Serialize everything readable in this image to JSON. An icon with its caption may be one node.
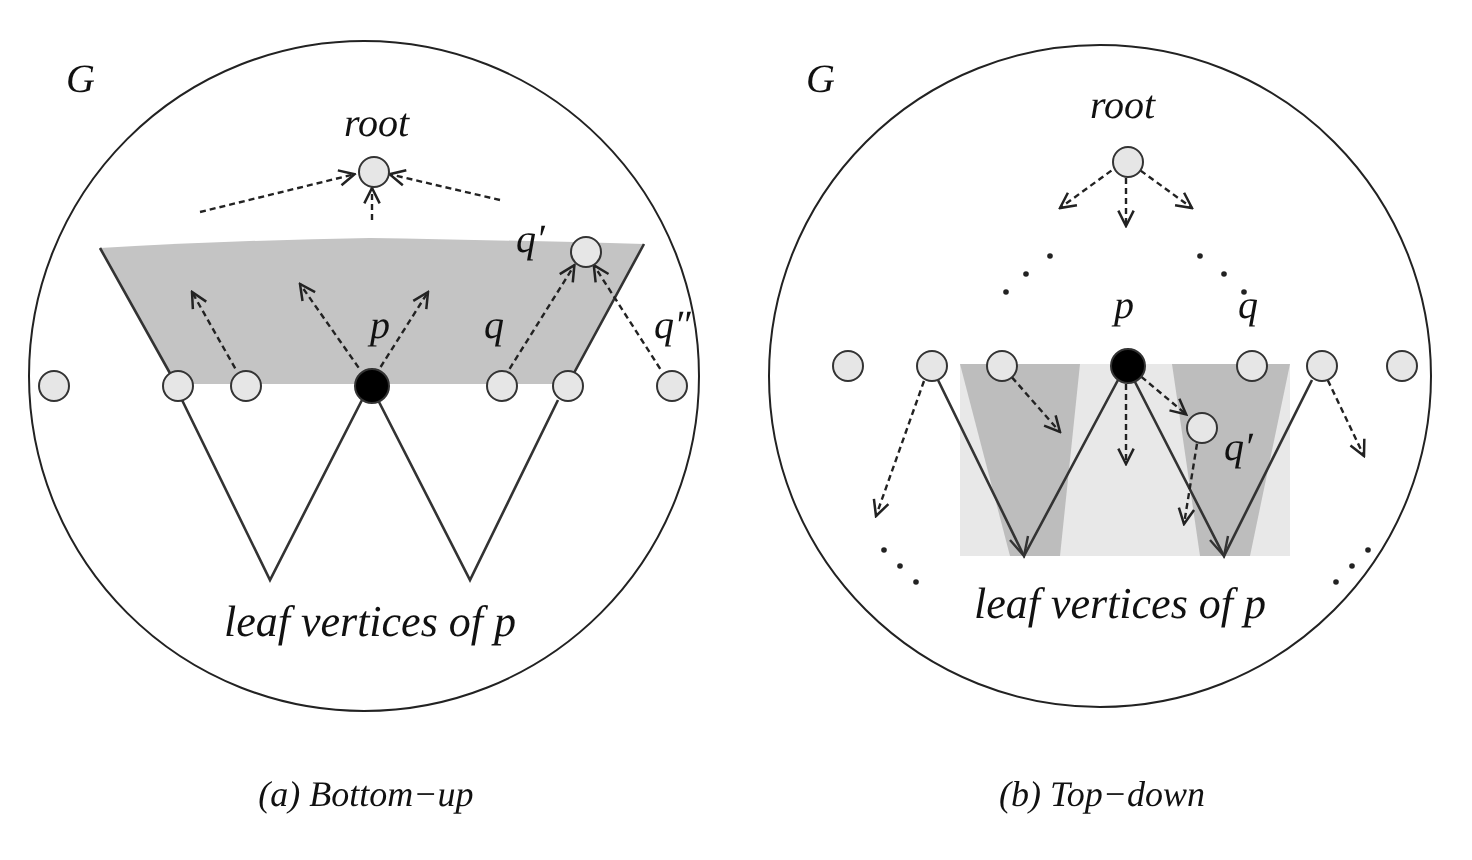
{
  "diagram": {
    "nodes": [
      {
        "text": [
          "G"
        ],
        "beside": [
          "(a) Bottom−up"
        ]
      },
      {
        "text": [
          "root"
        ],
        "in": 0
      },
      {
        "text": [
          "q′"
        ],
        "in": 0
      },
      {
        "text": [],
        "shape": "circle",
        "in": 0
      },
      {
        "text": [],
        "shape": "circle",
        "in": 0
      },
      {
        "text": [],
        "shape": "circle",
        "in": 0
      },
      {
        "text": [
          "p"
        ],
        "in": 0
      },
      {
        "text": [
          "q"
        ],
        "in": 0
      },
      {
        "text": [],
        "shape": "circle",
        "in": 0
      },
      {
        "text": [
          "q″"
        ],
        "in": 0
      },
      {
        "text": [
          "G"
        ],
        "beside": [
          "(b) Top−down"
        ]
      },
      {
        "text": [
          "root"
        ],
        "in": 10
      },
      {
        "text": [],
        "shape": "circle",
        "in": 10
      },
      {
        "text": [],
        "shape": "circle",
        "in": 10
      },
      {
        "text": [],
        "shape": "circle",
        "in": 10
      },
      {
        "text": [
          "p"
        ],
        "in": 10
      },
      {
        "text": [
          "q"
        ],
        "in": 10
      },
      {
        "text": [],
        "shape": "circle",
        "in": 10
      },
      {
        "text": [],
        "shape": "circle",
        "in": 10
      },
      {
        "text": [
          "q′"
        ],
        "in": 10
      }
    ],
    "edges": [
      {
        "from": null,
        "to": 1,
        "arrow": "to",
        "style": "dashed"
      },
      {
        "from": null,
        "to": 1,
        "arrow": "to",
        "style": "dashed"
      },
      {
        "from": null,
        "to": 1,
        "arrow": "to",
        "style": "dashed"
      },
      {
        "from": 5,
        "to": null,
        "arrow": "to",
        "style": "dashed"
      },
      {
        "from": 6,
        "to": null,
        "arrow": "to",
        "style": "dashed"
      },
      {
        "from": 6,
        "to": null,
        "arrow": "to",
        "style": "dashed"
      },
      {
        "from": 7,
        "to": 2,
        "arrow": "to",
        "style": "dashed"
      },
      {
        "from": 9,
        "to": 2,
        "arrow": "to",
        "style": "dashed"
      },
      {
        "from": 11,
        "to": null,
        "arrow": "to",
        "style": "dashed"
      },
      {
        "from": 11,
        "to": null,
        "arrow": "to",
        "style": "dashed"
      },
      {
        "from": 11,
        "to": null,
        "arrow": "to",
        "style": "dashed"
      },
      {
        "from": 13,
        "to": null,
        "arrow": "to",
        "style": "dashed"
      },
      {
        "from": 14,
        "to": null,
        "arrow": "to",
        "style": "dashed"
      },
      {
        "from": 15,
        "to": null,
        "arrow": "to",
        "style": "dashed"
      },
      {
        "from": 15,
        "to": 19,
        "arrow": "to",
        "style": "dashed"
      },
      {
        "from": 19,
        "to": null,
        "arrow": "to",
        "style": "dashed"
      },
      {
        "from": 17,
        "to": null,
        "arrow": "to",
        "style": "dashed"
      }
    ],
    "labels": [
      "leaf vertices of p",
      "leaf vertices of p"
    ]
  }
}
